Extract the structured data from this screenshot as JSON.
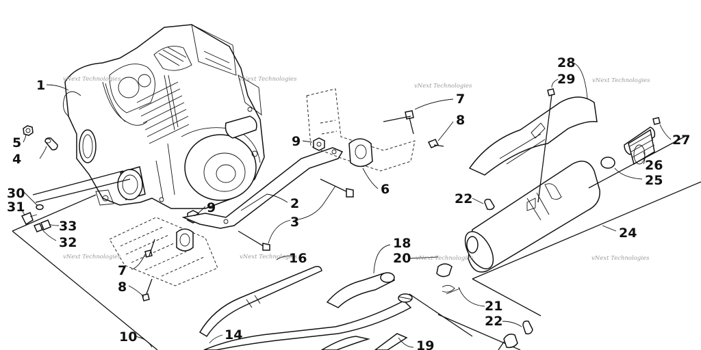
{
  "watermark": "vNext Technologies",
  "callouts": {
    "c1": "1",
    "c2": "2",
    "c3": "3",
    "c4": "4",
    "c5": "5",
    "c6": "6",
    "c7a": "7",
    "c7b": "7",
    "c8a": "8",
    "c8b": "8",
    "c9a": "9",
    "c9b": "9",
    "c10": "10",
    "c14": "14",
    "c16": "16",
    "c18": "18",
    "c19": "19",
    "c20": "20",
    "c21": "21",
    "c22a": "22",
    "c22b": "22",
    "c24": "24",
    "c25": "25",
    "c26": "26",
    "c27": "27",
    "c28": "28",
    "c29": "29",
    "c30": "30",
    "c31": "31",
    "c32": "32",
    "c33": "33"
  }
}
